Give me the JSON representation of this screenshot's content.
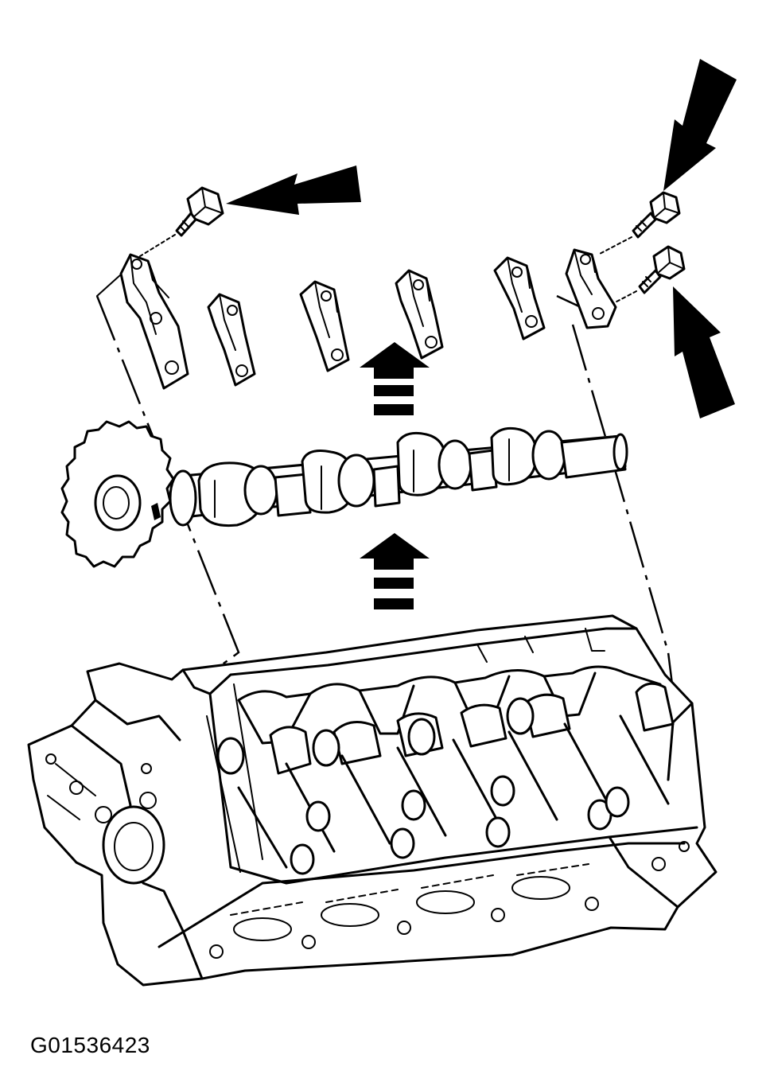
{
  "figure": {
    "code": "G01536423"
  },
  "parts": {
    "bolts": [
      "upper-left-bolt",
      "upper-right-bolt",
      "right-bolt"
    ],
    "bearing_caps_count": 6,
    "arrows": [
      "left-bolt-arrow",
      "top-right-bolt-arrow",
      "lower-right-bolt-arrow",
      "cap-lift-arrow",
      "camshaft-lift-arrow"
    ]
  },
  "colors": {
    "ink": "#000000",
    "background": "#ffffff"
  }
}
